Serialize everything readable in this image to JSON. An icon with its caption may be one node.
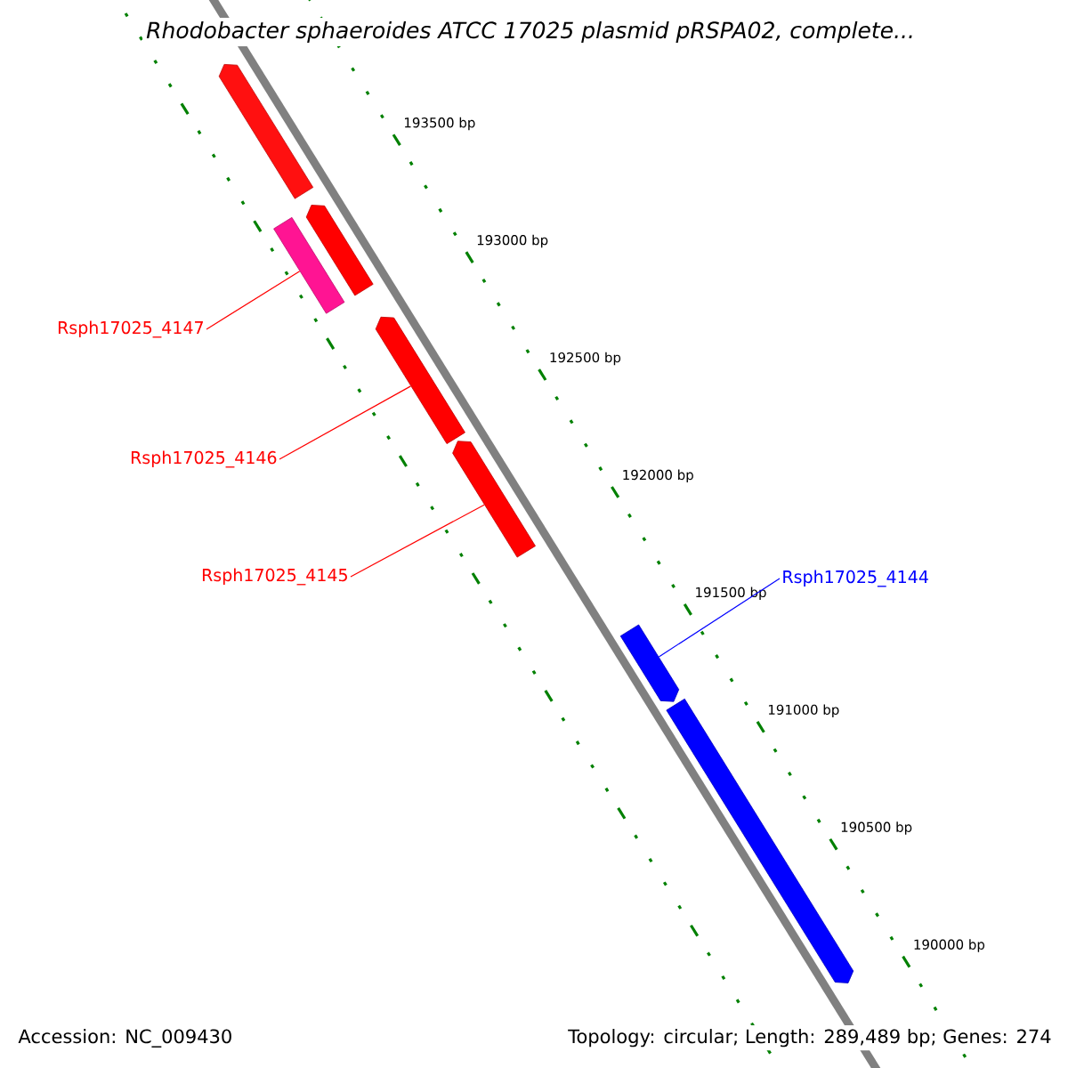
{
  "diagram": {
    "title": "Rhodobacter sphaeroides ATCC 17025 plasmid pRSPA02, complete...",
    "nodes": [
      {
        "text": [],
        "shape": "bar"
      },
      {
        "text": [],
        "shape": "bar"
      },
      {
        "text": [],
        "shape": "bar"
      },
      {
        "text": [
          "Rsph17025_4147"
        ]
      },
      {
        "text": [],
        "shape": "bar"
      },
      {
        "text": [
          "Rsph17025_4146"
        ]
      },
      {
        "text": [],
        "shape": "bar"
      },
      {
        "text": [
          "Rsph17025_4145"
        ]
      },
      {
        "text": [
          "Rsph17025_4144"
        ]
      },
      {
        "text": [],
        "shape": "bar"
      },
      {
        "text": [],
        "shape": "bar"
      }
    ],
    "edges": [
      {
        "from": 3,
        "to": 2,
        "arrow": "none"
      },
      {
        "from": 5,
        "to": 4,
        "arrow": "none"
      },
      {
        "from": 7,
        "to": 6,
        "arrow": "none"
      },
      {
        "from": 8,
        "to": 9,
        "arrow": "none",
        "color": "#0000ff"
      }
    ],
    "labels": [
      "193500 bp",
      "193000 bp",
      "192500 bp",
      "192000 bp",
      "191500 bp",
      "191000 bp",
      "190500 bp",
      "190000 bp",
      "Accession: NC_009430",
      "Topology: circular; Length: 289,489 bp; Genes: 274"
    ]
  }
}
